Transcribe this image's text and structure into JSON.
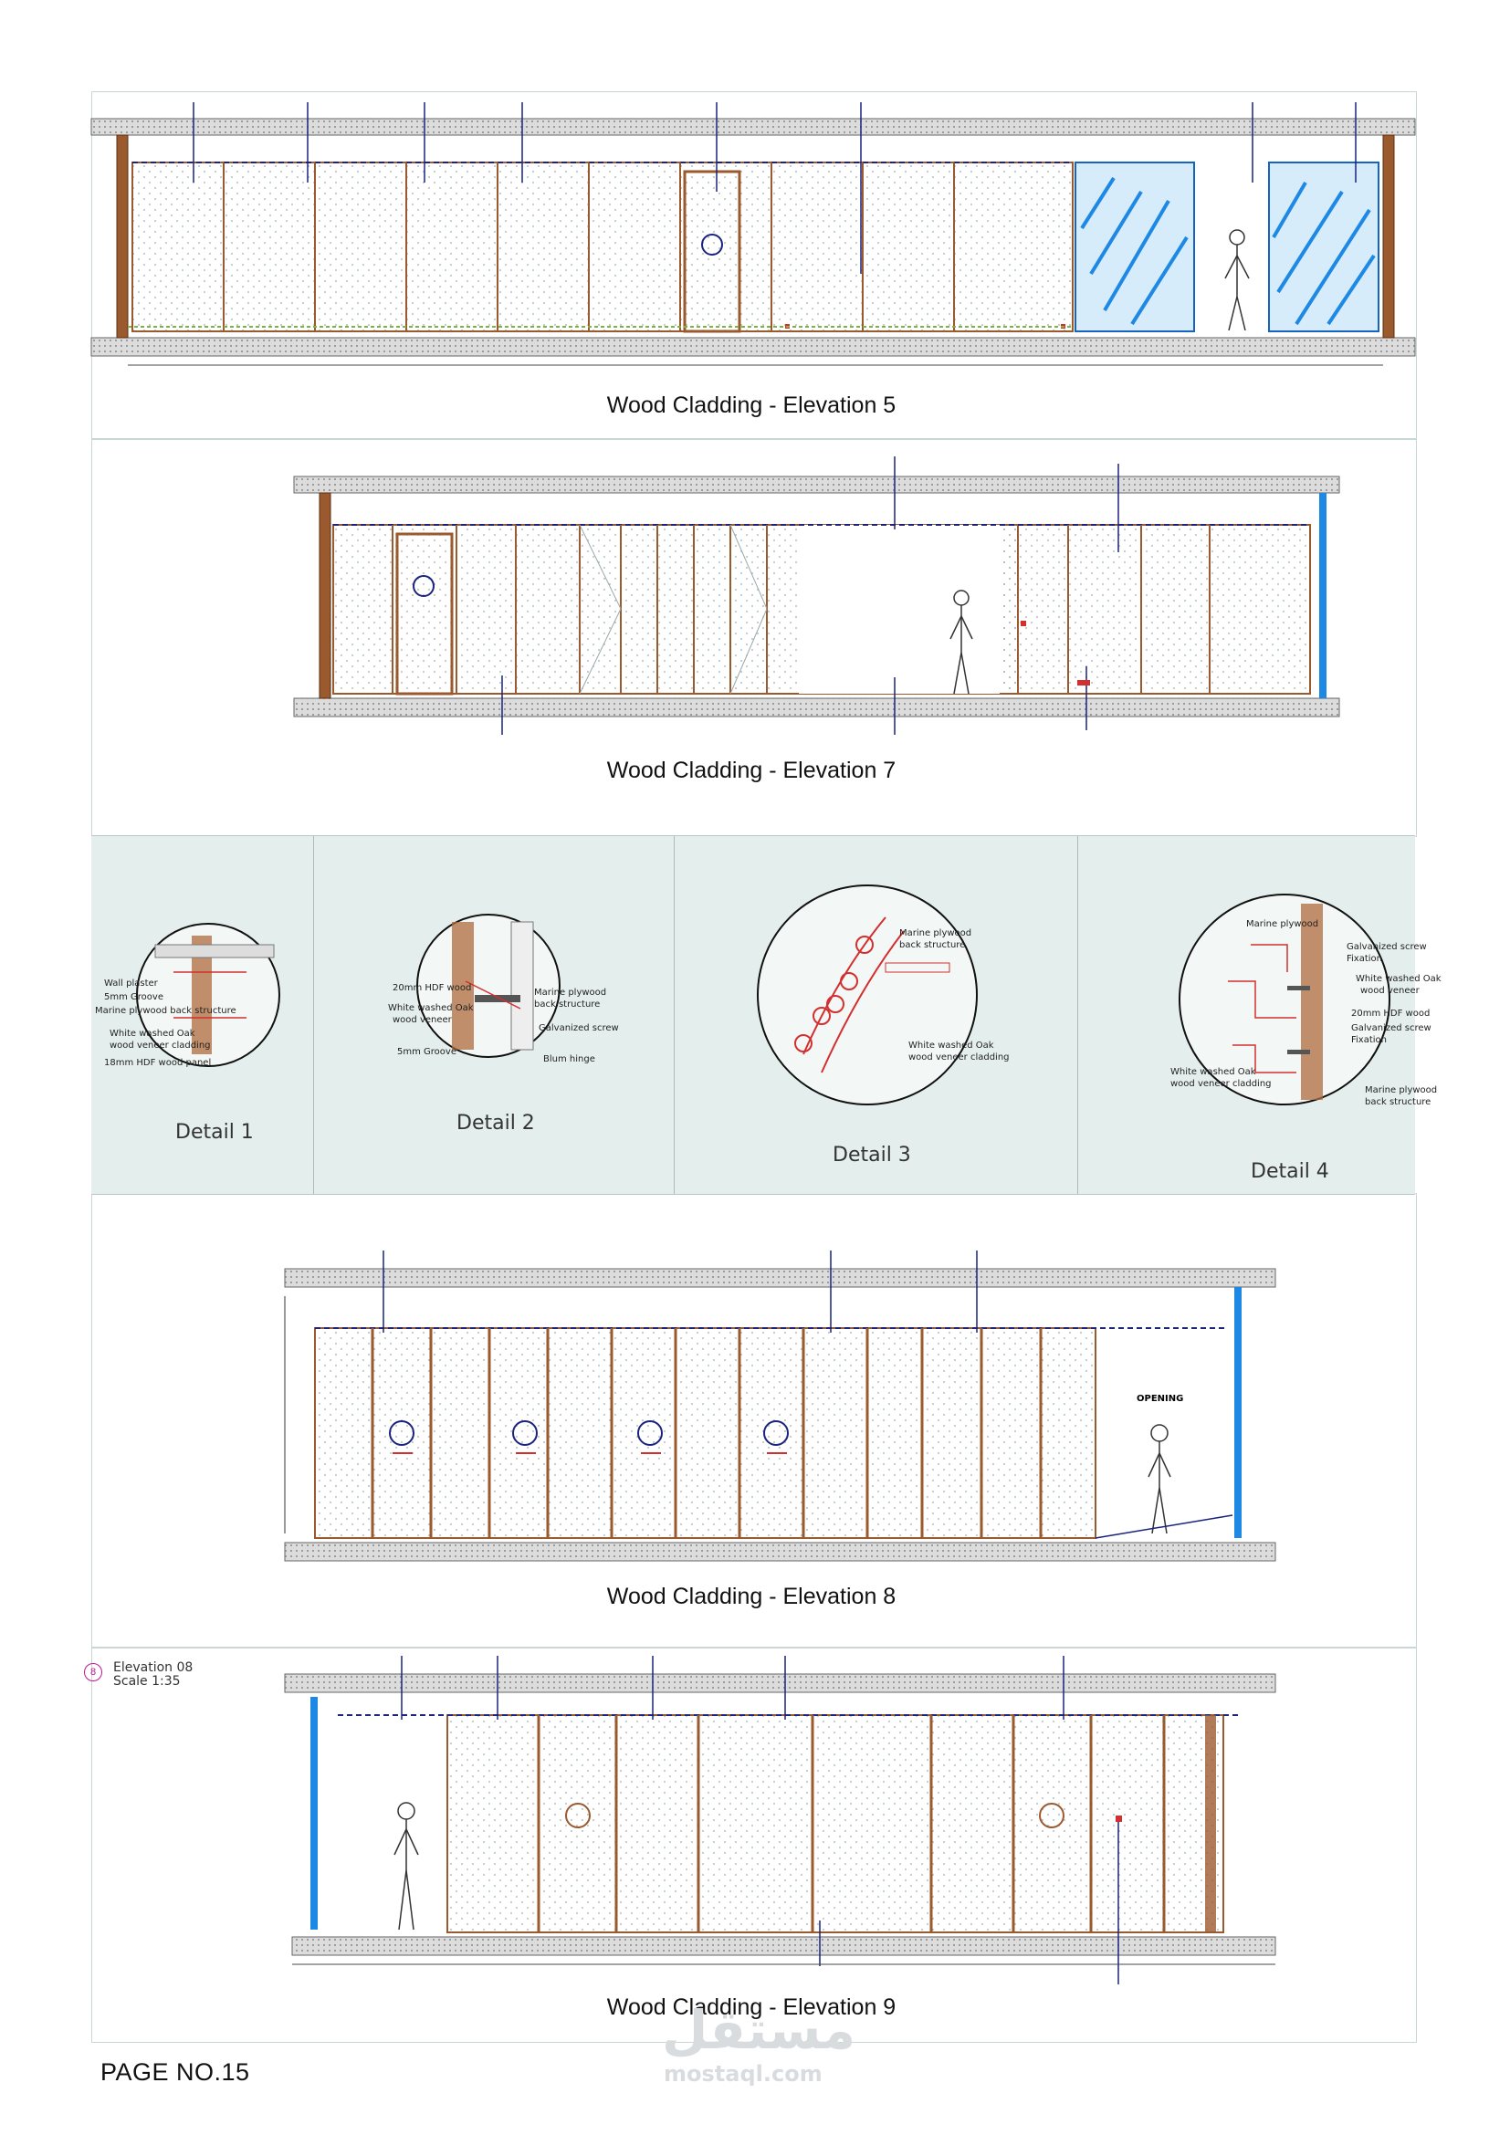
{
  "elevations": {
    "e5": {
      "title": "Wood Cladding - Elevation 5"
    },
    "e7": {
      "title": "Wood Cladding - Elevation 7"
    },
    "e8": {
      "title": "Wood Cladding - Elevation 8",
      "opening_label": "OPENING"
    },
    "e9": {
      "title": "Wood Cladding - Elevation 9",
      "tag_number": "8",
      "tag_line1": "Elevation 08",
      "tag_line2": "Scale 1:35"
    }
  },
  "details": [
    {
      "label": "Detail 1",
      "notes": [
        "Wall plaster",
        "5mm Groove",
        "Marine plywood back structure",
        "White washed Oak",
        "wood veneer cladding",
        "18mm HDF wood panel"
      ]
    },
    {
      "label": "Detail 2",
      "notes": [
        "20mm HDF wood",
        "White washed Oak",
        "wood veneer",
        "5mm Groove",
        "Marine plywood",
        "back structure",
        "Galvanized screw",
        "Blum hinge"
      ]
    },
    {
      "label": "Detail 3",
      "notes": [
        "Marine plywood",
        "back structure",
        "White washed Oak",
        "wood veneer cladding"
      ]
    },
    {
      "label": "Detail 4",
      "notes": [
        "Marine plywood",
        "Galvanized screw",
        "Fixation",
        "White washed Oak",
        "wood veneer",
        "20mm HDF wood",
        "Galvanized screw",
        "Fixation",
        "White washed Oak",
        "wood veneer cladding",
        "Marine plywood",
        "back structure"
      ]
    }
  ],
  "footer": {
    "page_number": "PAGE NO.15"
  },
  "watermark": {
    "arabic": "مستقل",
    "latin": "mostaql.com"
  },
  "colors": {
    "frame": "#c9d6d6",
    "detail_band": "#e4efed",
    "wood": "#9b5a2e",
    "glass": "#1e88e5",
    "annotation": "#1a237e",
    "dimension": "#d32f2f"
  }
}
